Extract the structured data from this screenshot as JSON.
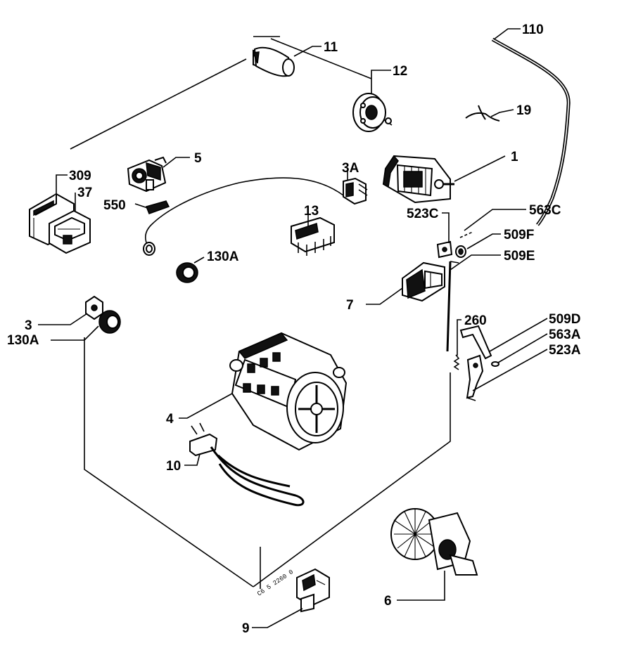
{
  "labels": {
    "p110": "110",
    "p11": "11",
    "p12": "12",
    "p19": "19",
    "p1": "1",
    "p5": "5",
    "p3a": "3A",
    "p309": "309",
    "p37": "37",
    "p550": "550",
    "p13": "13",
    "p523c": "523C",
    "p563c": "563C",
    "p509f": "509F",
    "p509e": "509E",
    "p130a_top": "130A",
    "p7": "7",
    "p3": "3",
    "p130a_left": "130A",
    "p260": "260",
    "p509d": "509D",
    "p563a": "563A",
    "p523a": "523A",
    "p4": "4",
    "p10": "10",
    "p6": "6",
    "p9": "9"
  },
  "drawing_code": "C6 5 2260 0"
}
